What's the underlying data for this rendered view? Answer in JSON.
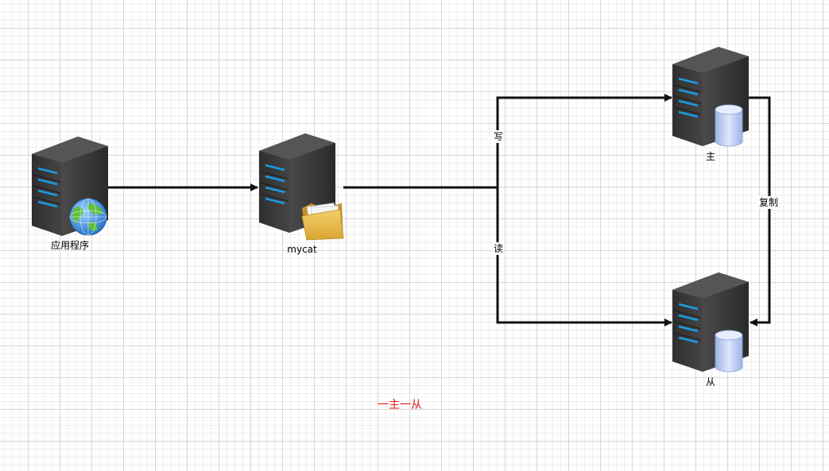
{
  "nodes": {
    "app": {
      "label": "应用程序"
    },
    "mycat": {
      "label": "mycat"
    },
    "master": {
      "label": "主"
    },
    "slave": {
      "label": "从"
    }
  },
  "edges": {
    "write": {
      "label": "写"
    },
    "read": {
      "label": "读"
    },
    "replication": {
      "label": "复制"
    }
  },
  "caption": "一主一从",
  "colors": {
    "line": "#111111",
    "caption": "#e01b1b",
    "server_body": "#3a3a3a",
    "server_led": "#1a9be8",
    "db_cylinder": "#b8c8f0",
    "folder": "#e7b94a",
    "globe": "#4aa0e6"
  }
}
